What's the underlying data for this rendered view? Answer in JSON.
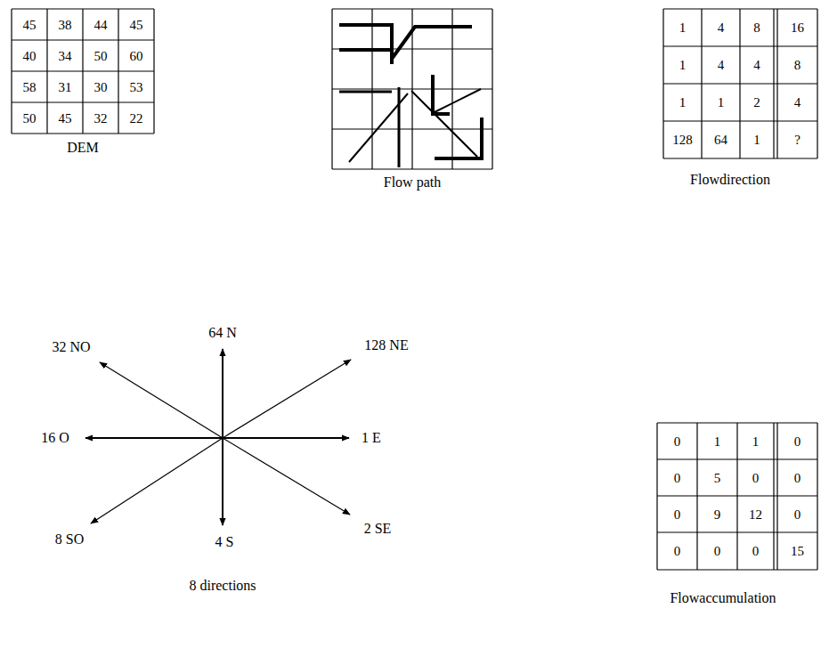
{
  "diagram": {
    "labels": [
      "45",
      "38",
      "44",
      "45",
      "40",
      "34",
      "50",
      "60",
      "58",
      "31",
      "30",
      "53",
      "50",
      "45",
      "32",
      "22",
      "1",
      "4",
      "8",
      "16",
      "1",
      "4",
      "4",
      "8",
      "1",
      "1",
      "2",
      "4",
      "128",
      "64",
      "1",
      "?",
      "DEM",
      "Flow path",
      "Flowdirection",
      "64 N",
      "32 NO",
      "128 NE",
      "16 O",
      "1 E",
      "8 SO",
      "2 SE",
      "4 S",
      "0",
      "1",
      "1",
      "0",
      "0",
      "5",
      "0",
      "0",
      "0",
      "9",
      "12",
      "0",
      "0",
      "0",
      "0",
      "15",
      "8 directions",
      "Flowaccumulation"
    ]
  }
}
